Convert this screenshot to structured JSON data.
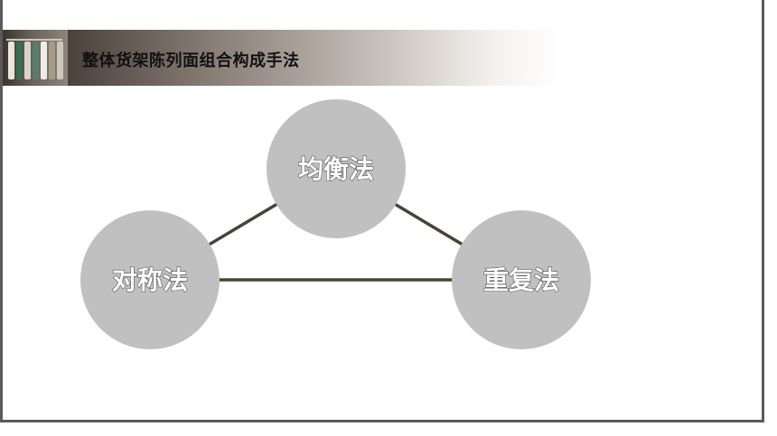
{
  "slide": {
    "title": "整体货架陈列面组合构成手法"
  },
  "diagram": {
    "nodes": [
      {
        "id": "balance",
        "label": "均衡法"
      },
      {
        "id": "symmetry",
        "label": "对称法"
      },
      {
        "id": "repetition",
        "label": "重复法"
      }
    ],
    "edges": [
      {
        "from": "balance",
        "to": "symmetry"
      },
      {
        "from": "balance",
        "to": "repetition"
      },
      {
        "from": "symmetry",
        "to": "repetition"
      }
    ],
    "colors": {
      "node_fill": "#c0c0c0",
      "edge_stroke": "#4a4236",
      "label_fill": "#ffffff"
    }
  }
}
